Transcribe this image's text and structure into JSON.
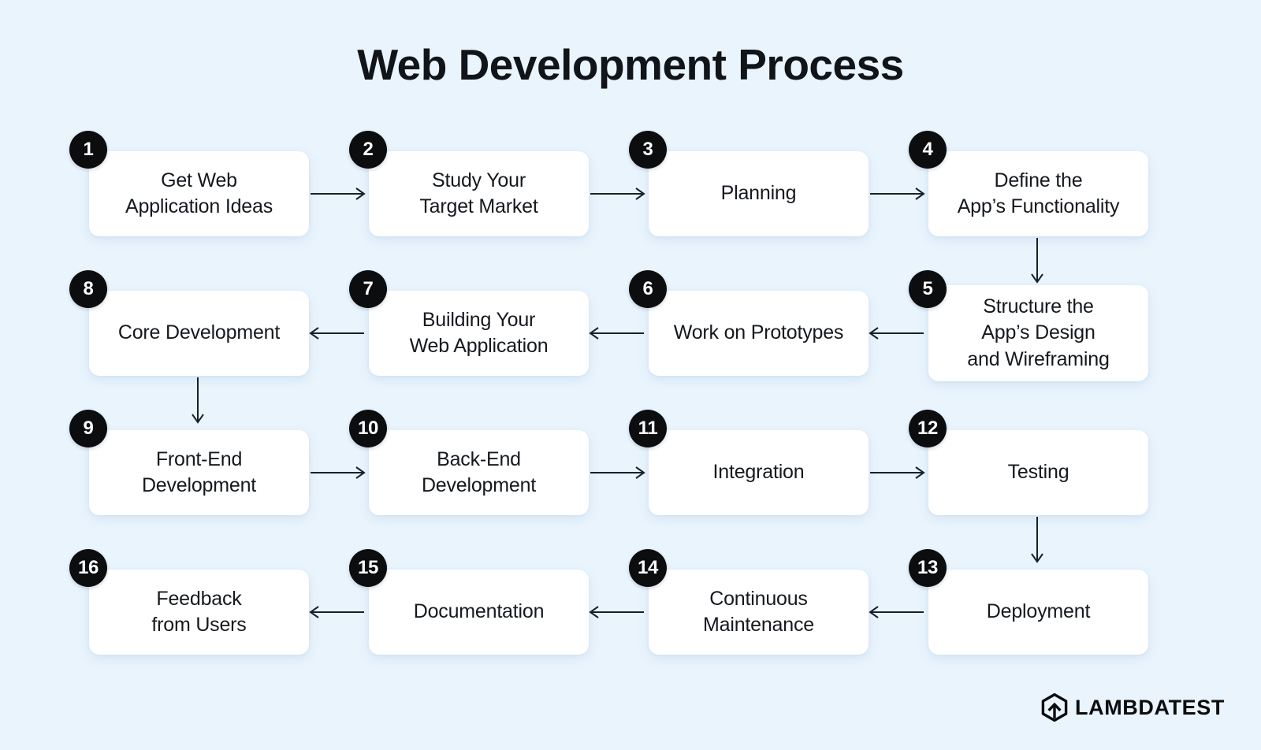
{
  "title": "Web Development Process",
  "background_color": "#e9f4fd",
  "node_color": "#ffffff",
  "badge_color": "#0c0d0f",
  "text_color": "#15191e",
  "brand": {
    "wordmark": "LAMBDATEST",
    "logo_icon": "lambdatest-hexagon-arrow-icon"
  },
  "chart_data": {
    "type": "diagram",
    "diagram_kind": "flowchart-serpentine",
    "title": "Web Development Process",
    "step_count": 16,
    "rows": 4,
    "columns": 4,
    "flow_direction_by_row": [
      "left-to-right",
      "right-to-left",
      "left-to-right",
      "right-to-left"
    ],
    "nodes": [
      {
        "number": "1",
        "label": "Get Web\nApplication Ideas",
        "row": 1,
        "col": 1,
        "lines": 2
      },
      {
        "number": "2",
        "label": "Study Your\nTarget Market",
        "row": 1,
        "col": 2,
        "lines": 2
      },
      {
        "number": "3",
        "label": "Planning",
        "row": 1,
        "col": 3,
        "lines": 1
      },
      {
        "number": "4",
        "label": "Define the\nApp’s Functionality",
        "row": 1,
        "col": 4,
        "lines": 2
      },
      {
        "number": "5",
        "label": "Structure the\nApp’s Design\nand Wireframing",
        "row": 2,
        "col": 4,
        "lines": 3
      },
      {
        "number": "6",
        "label": "Work on Prototypes",
        "row": 2,
        "col": 3,
        "lines": 1
      },
      {
        "number": "7",
        "label": "Building Your\nWeb Application",
        "row": 2,
        "col": 2,
        "lines": 2
      },
      {
        "number": "8",
        "label": "Core Development",
        "row": 2,
        "col": 1,
        "lines": 1
      },
      {
        "number": "9",
        "label": "Front-End\nDevelopment",
        "row": 3,
        "col": 1,
        "lines": 2
      },
      {
        "number": "10",
        "label": "Back-End\nDevelopment",
        "row": 3,
        "col": 2,
        "lines": 2
      },
      {
        "number": "11",
        "label": "Integration",
        "row": 3,
        "col": 3,
        "lines": 1
      },
      {
        "number": "12",
        "label": "Testing",
        "row": 3,
        "col": 4,
        "lines": 1
      },
      {
        "number": "13",
        "label": "Deployment",
        "row": 4,
        "col": 4,
        "lines": 1
      },
      {
        "number": "14",
        "label": "Continuous\nMaintenance",
        "row": 4,
        "col": 3,
        "lines": 2
      },
      {
        "number": "15",
        "label": "Documentation",
        "row": 4,
        "col": 2,
        "lines": 1
      },
      {
        "number": "16",
        "label": "Feedback\nfrom Users",
        "row": 4,
        "col": 1,
        "lines": 2
      }
    ],
    "edges": [
      {
        "from": "1",
        "to": "2",
        "direction": "right"
      },
      {
        "from": "2",
        "to": "3",
        "direction": "right"
      },
      {
        "from": "3",
        "to": "4",
        "direction": "right"
      },
      {
        "from": "4",
        "to": "5",
        "direction": "down"
      },
      {
        "from": "5",
        "to": "6",
        "direction": "left"
      },
      {
        "from": "6",
        "to": "7",
        "direction": "left"
      },
      {
        "from": "7",
        "to": "8",
        "direction": "left"
      },
      {
        "from": "8",
        "to": "9",
        "direction": "down"
      },
      {
        "from": "9",
        "to": "10",
        "direction": "right"
      },
      {
        "from": "10",
        "to": "11",
        "direction": "right"
      },
      {
        "from": "11",
        "to": "12",
        "direction": "right"
      },
      {
        "from": "12",
        "to": "13",
        "direction": "down"
      },
      {
        "from": "13",
        "to": "14",
        "direction": "left"
      },
      {
        "from": "14",
        "to": "15",
        "direction": "left"
      },
      {
        "from": "15",
        "to": "16",
        "direction": "left"
      }
    ]
  }
}
